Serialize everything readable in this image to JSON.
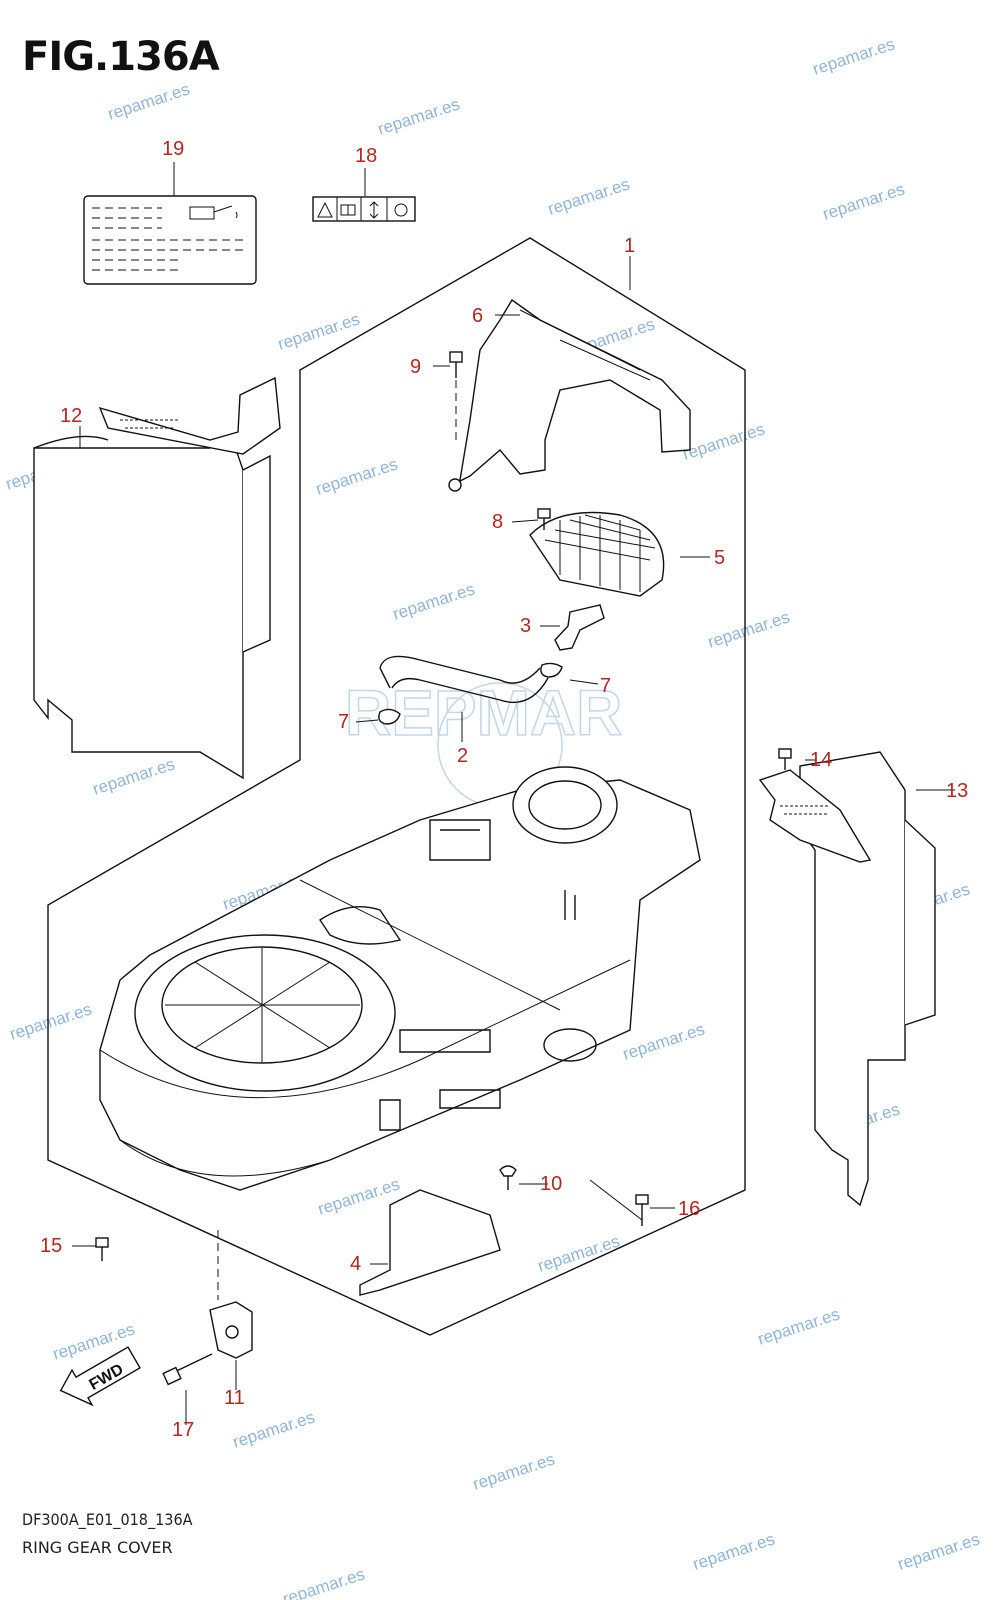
{
  "figure": {
    "title": "FIG.136A",
    "code": "DF300A_E01_018_136A",
    "name": "RING GEAR COVER"
  },
  "parts": {
    "p1": "1",
    "p2": "2",
    "p3": "3",
    "p4": "4",
    "p5": "5",
    "p6": "6",
    "p7a": "7",
    "p7b": "7",
    "p8": "8",
    "p9": "9",
    "p10": "10",
    "p11": "11",
    "p12": "12",
    "p13": "13",
    "p14": "14",
    "p15": "15",
    "p16": "16",
    "p17": "17",
    "p18": "18",
    "p19": "19"
  },
  "fwd_label": "FWD",
  "watermark": "repamar.es",
  "logo_text": "REPMAR",
  "colors": {
    "part_number": "#b5261e",
    "watermark": "#8fb6d6",
    "line": "#111111"
  }
}
